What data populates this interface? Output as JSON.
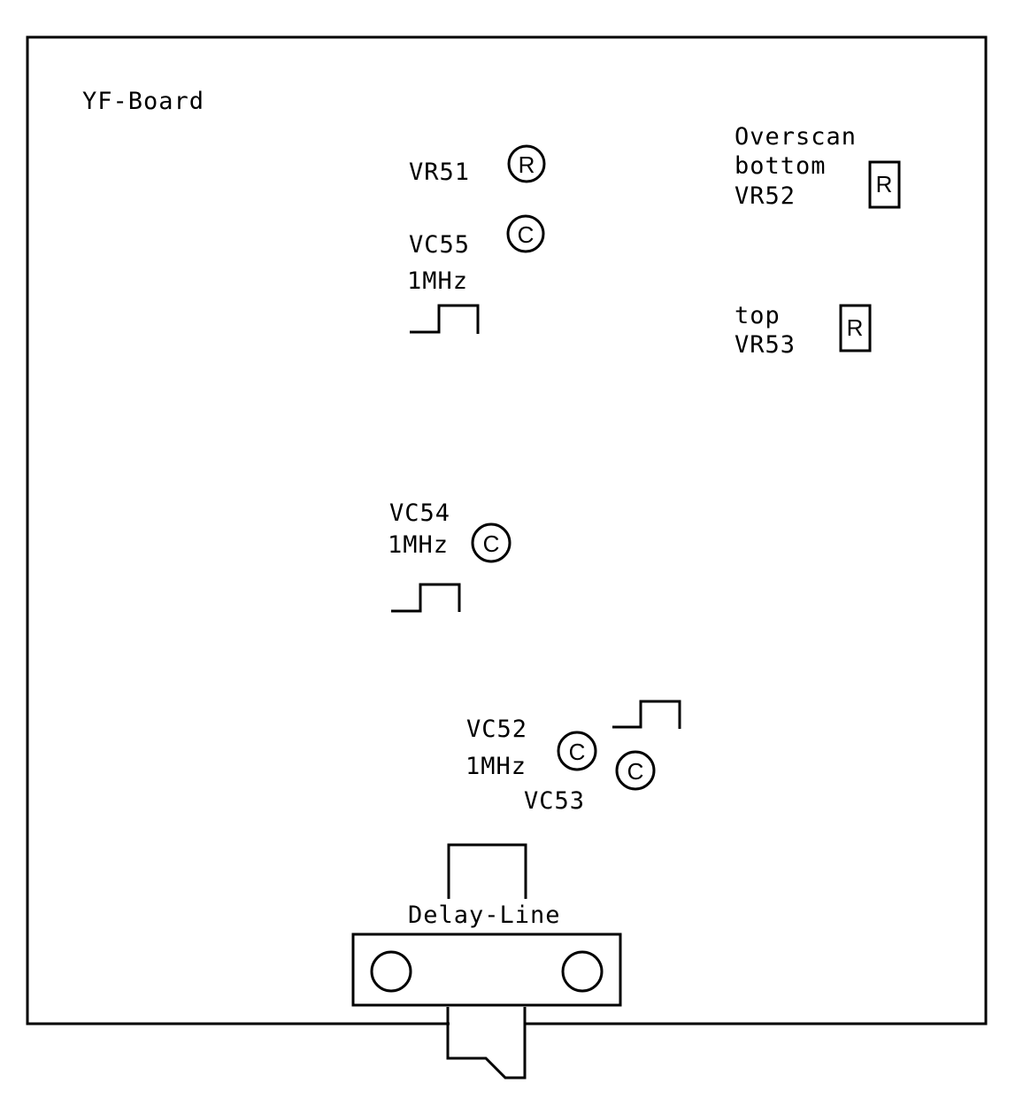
{
  "board": {
    "title": "YF-Board"
  },
  "components": {
    "vr51": {
      "label": "VR51",
      "symbol": "R",
      "type": "trimmer-resistor"
    },
    "vc55": {
      "label": "VC55",
      "symbol": "C",
      "frequency": "1MHz",
      "type": "trimmer-capacitor"
    },
    "vr52": {
      "label_line1": "Overscan",
      "label_line2": "bottom",
      "label_line3": "VR52",
      "symbol": "R",
      "type": "trimmer-resistor"
    },
    "vr53": {
      "label_line1": "top",
      "label_line2": "VR53",
      "symbol": "R",
      "type": "trimmer-resistor"
    },
    "vc54": {
      "label": "VC54",
      "symbol": "C",
      "frequency": "1MHz",
      "type": "trimmer-capacitor"
    },
    "vc52": {
      "label": "VC52",
      "symbol": "C",
      "frequency": "1MHz",
      "type": "trimmer-capacitor"
    },
    "vc53": {
      "label": "VC53",
      "symbol": "C",
      "type": "trimmer-capacitor"
    },
    "delay_line": {
      "label": "Delay-Line",
      "type": "delay-line"
    }
  },
  "colors": {
    "line": "#000000",
    "background": "#ffffff"
  }
}
